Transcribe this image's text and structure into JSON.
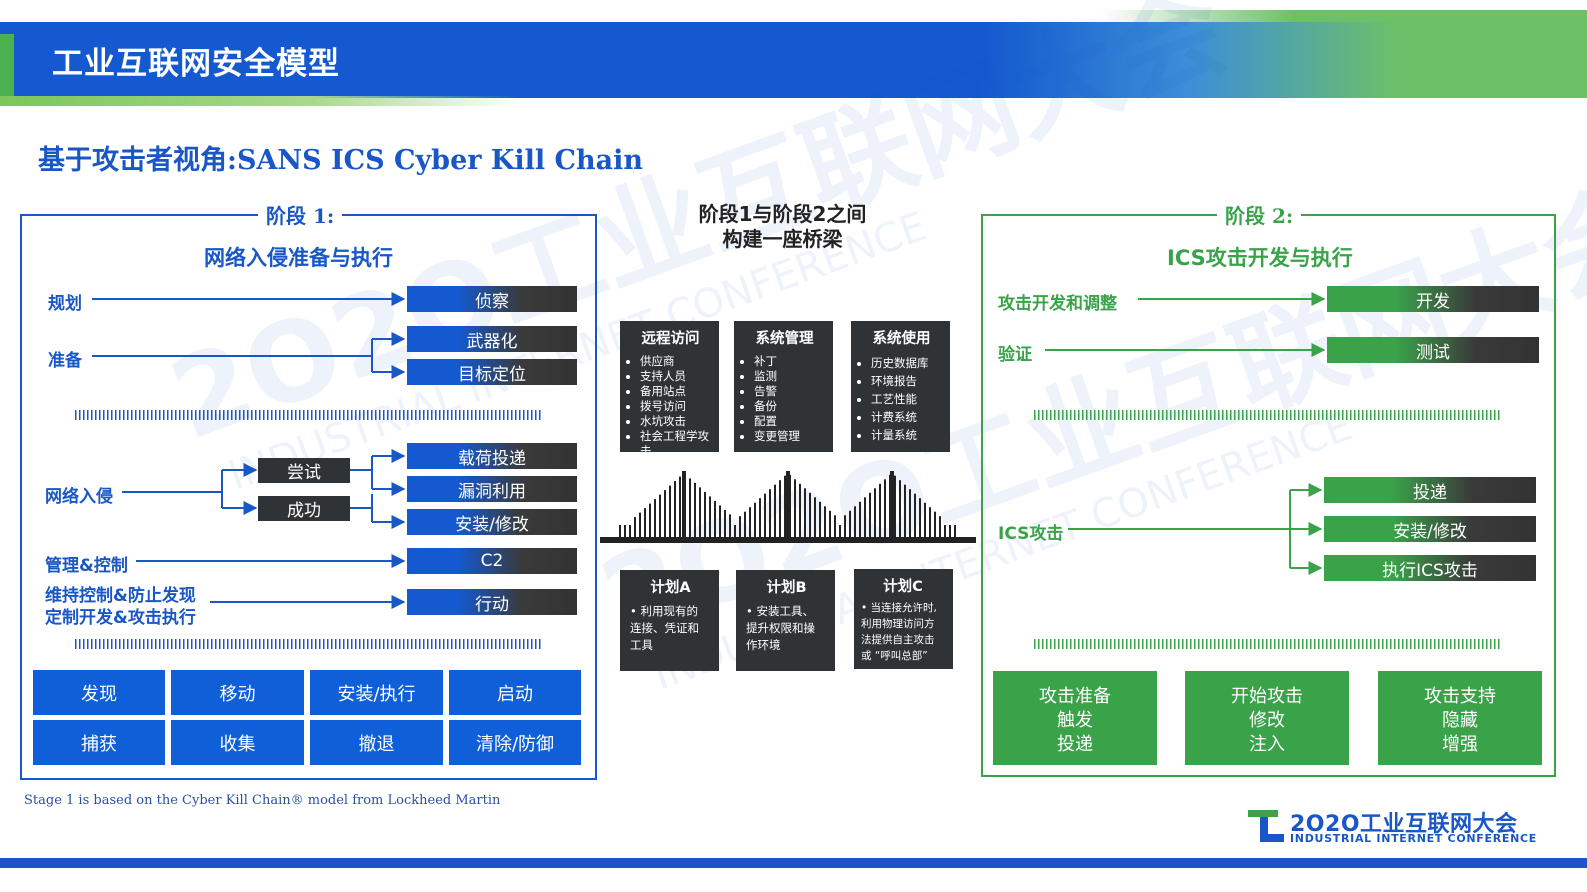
{
  "header": {
    "title": "工业互联网安全模型"
  },
  "subtitle": "基于攻击者视角:SANS ICS Cyber Kill Chain",
  "stage1": {
    "heading": "阶段 1:",
    "subheading": "网络入侵准备与执行",
    "labels": {
      "plan": "规划",
      "prepare": "准备",
      "intrusion": "网络入侵",
      "manage": "管理&控制",
      "maintain_line1": "维持控制&防止发现",
      "maintain_line2": "定制开发&攻击执行"
    },
    "branch": {
      "try": "尝试",
      "success": "成功"
    },
    "steps": {
      "recon": "侦察",
      "weaponize": "武器化",
      "target": "目标定位",
      "delivery": "载荷投递",
      "exploit": "漏洞利用",
      "install": "安装/修改",
      "c2": "C2",
      "act": "行动"
    },
    "tiles": [
      "发现",
      "移动",
      "安装/执行",
      "启动",
      "捕获",
      "收集",
      "撤退",
      "清除/防御"
    ]
  },
  "bridge": {
    "title_line1": "阶段1与阶段2之间",
    "title_line2": "构建一座桥梁",
    "cards_top": [
      {
        "title": "远程访问",
        "items": [
          "供应商",
          "支持人员",
          "备用站点",
          "拨号访问",
          "水坑攻击",
          "社会工程学攻击"
        ]
      },
      {
        "title": "系统管理",
        "items": [
          "补丁",
          "监测",
          "告警",
          "备份",
          "配置",
          "变更管理"
        ]
      },
      {
        "title": "系统使用",
        "items": [
          "历史数据库",
          "环境报告",
          "工艺性能",
          "计费系统",
          "计量系统"
        ]
      }
    ],
    "cards_bottom": [
      {
        "title": "计划A",
        "lines": [
          "• 利用现有的",
          "连接、凭证和",
          "工具"
        ]
      },
      {
        "title": "计划B",
        "lines": [
          "• 安装工具、",
          "提升权限和操",
          "作环境"
        ]
      },
      {
        "title": "计划C",
        "lines": [
          "• 当连接允许时,",
          "利用物理访问方",
          "法提供自主攻击",
          "或 “呼叫总部”"
        ]
      }
    ]
  },
  "stage2": {
    "heading": "阶段 2:",
    "subheading": "ICS攻击开发与执行",
    "labels": {
      "develop": "攻击开发和调整",
      "verify": "验证",
      "ics_attack": "ICS攻击"
    },
    "steps": {
      "dev": "开发",
      "test": "测试",
      "deliver": "投递",
      "install": "安装/修改",
      "execute": "执行ICS攻击"
    },
    "tiles": [
      {
        "title": "攻击准备",
        "line1": "触发",
        "line2": "投递"
      },
      {
        "title": "开始攻击",
        "line1": "修改",
        "line2": "注入"
      },
      {
        "title": "攻击支持",
        "line1": "隐藏",
        "line2": "增强"
      }
    ]
  },
  "footnote": "Stage 1 is based on the Cyber Kill Chain® model from Lockheed Martin",
  "logo": {
    "title": "2O2O工业互联网大会",
    "subtitle": "INDUSTRIAL INTERNET CONFERENCE"
  },
  "watermark": {
    "cn": "2O2O工业互联网大会",
    "en": "INDUSTRIAL INTERNET CONFERENCE"
  },
  "colors": {
    "blue": "#1a57c6",
    "green": "#3aa34a",
    "dark": "#2f3336"
  }
}
